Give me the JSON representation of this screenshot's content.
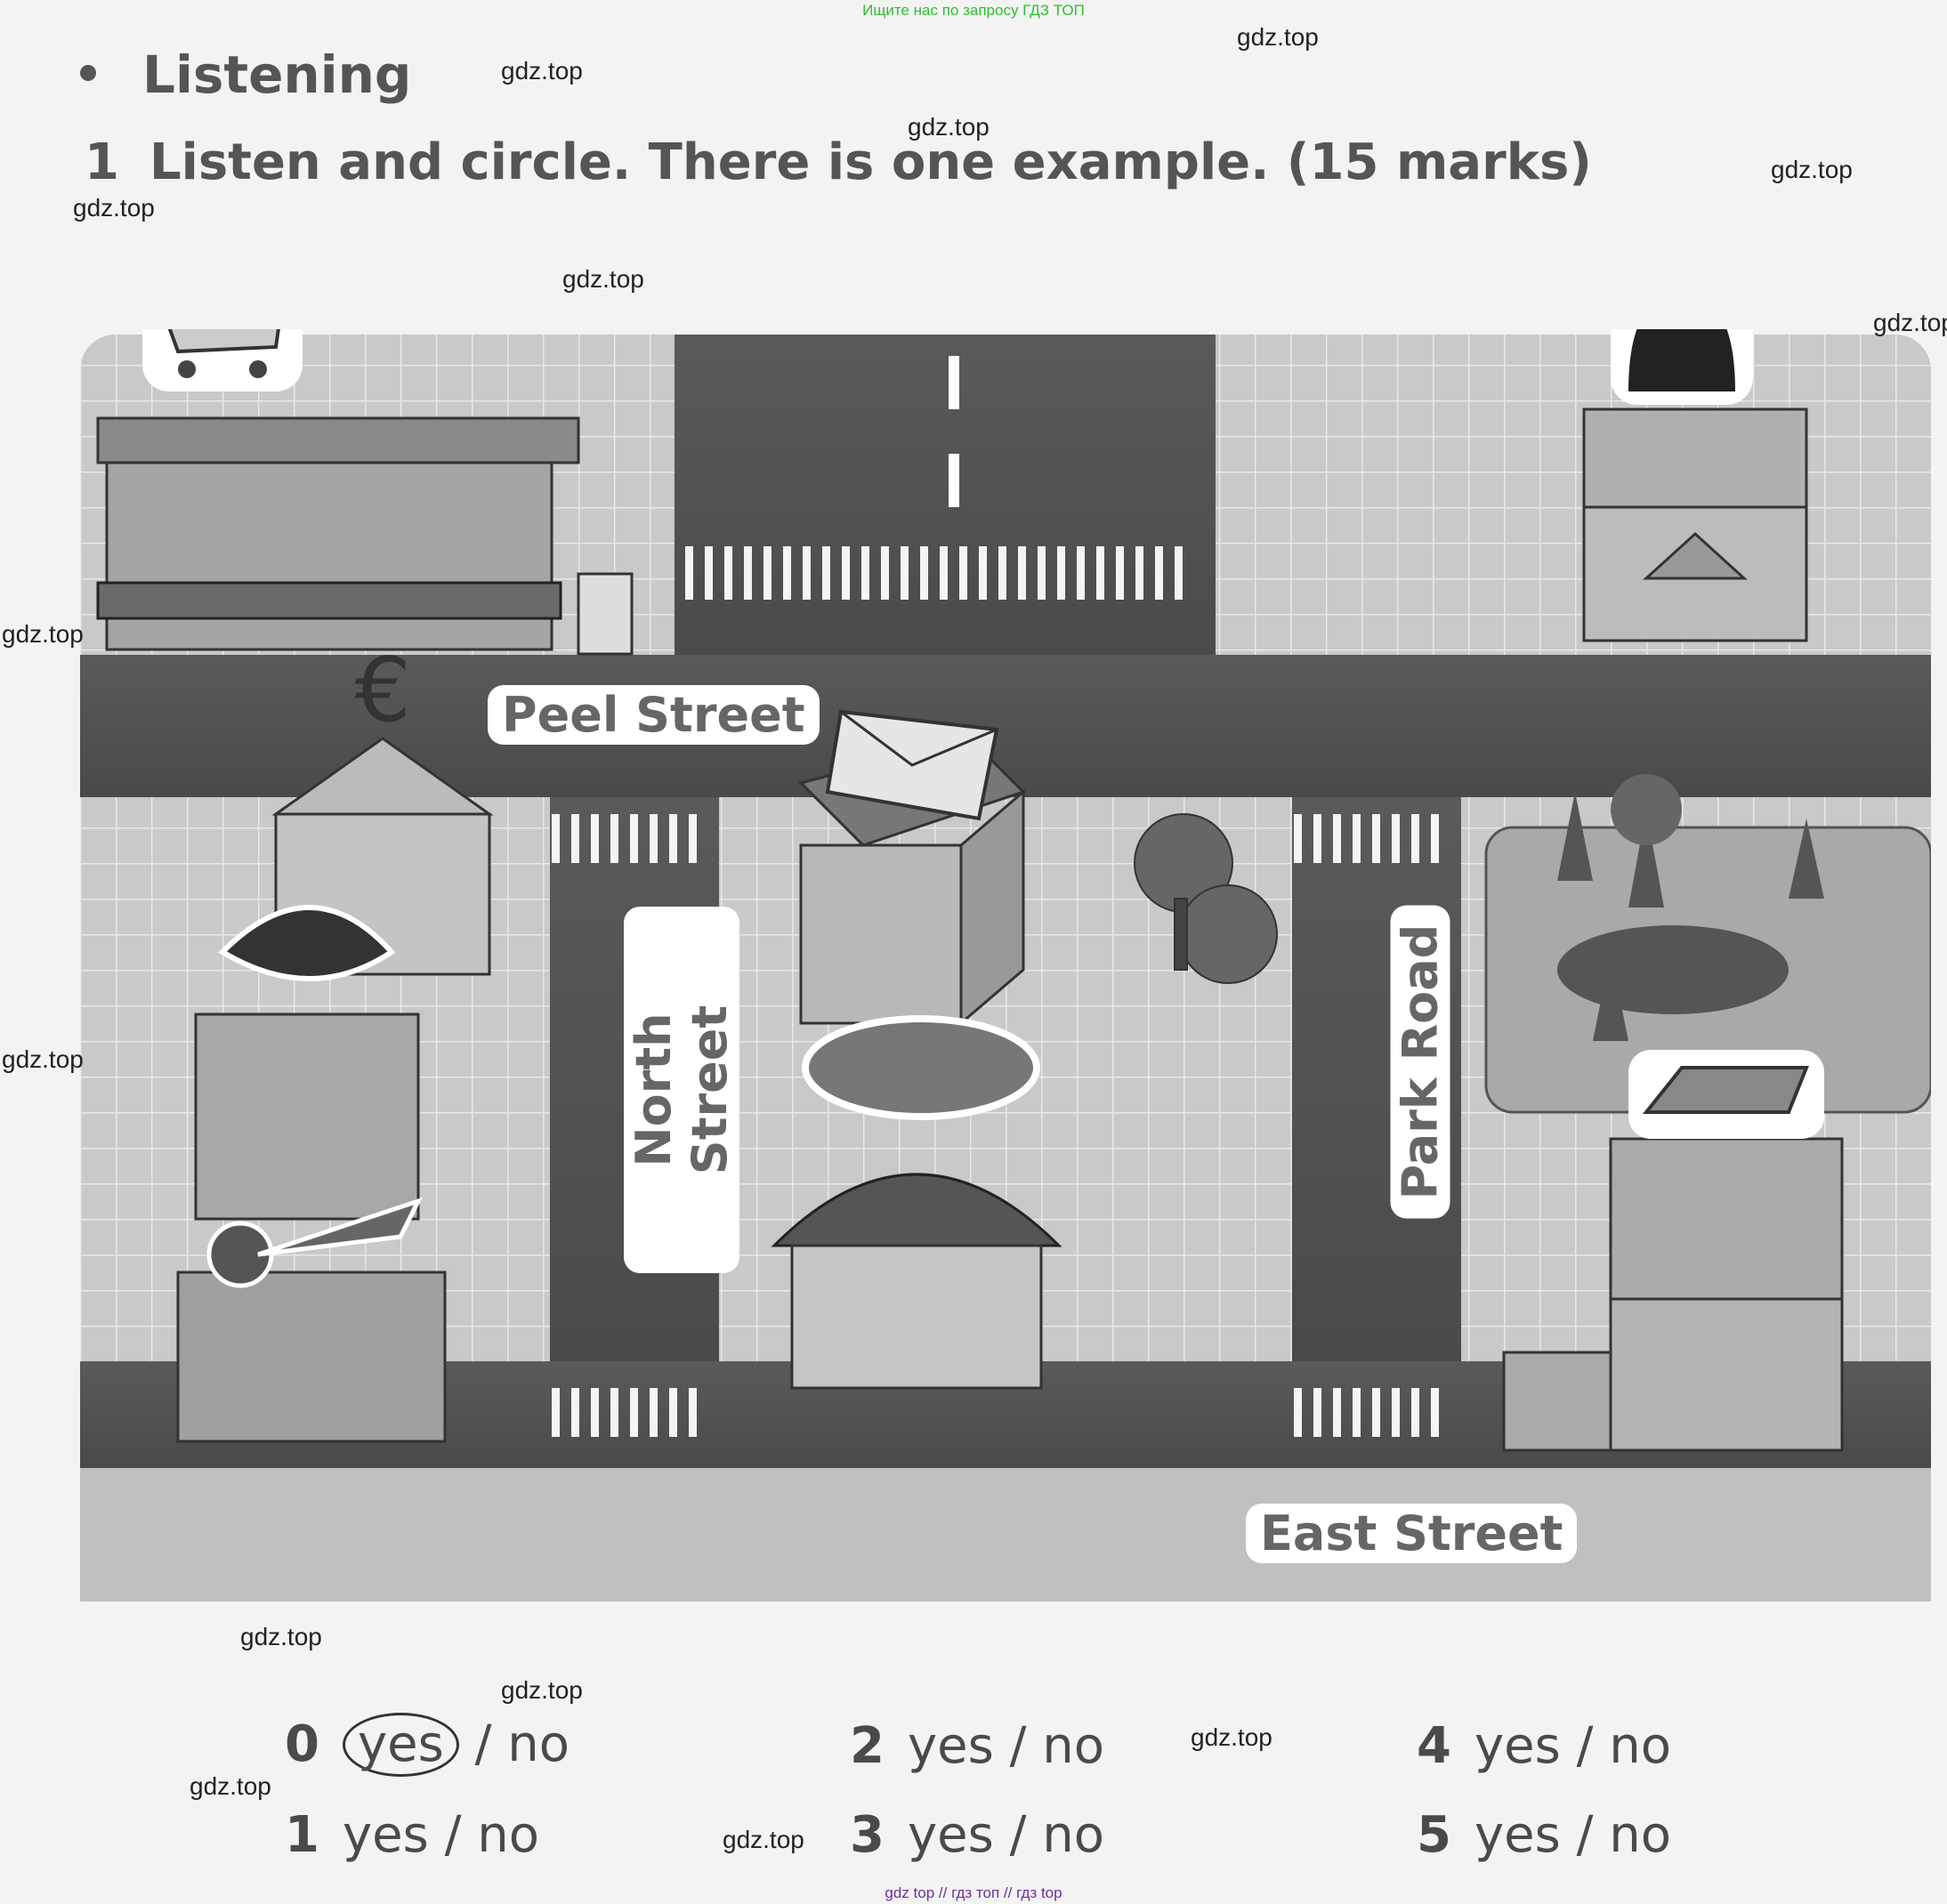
{
  "top_note": "Ищите нас по запросу ГДЗ ТОП",
  "section": "Listening",
  "exercise": {
    "number": "1",
    "text": "Listen and circle. There is one example. (15 marks)"
  },
  "map": {
    "streets": [
      "Peel Street",
      "North Street",
      "Park Road",
      "East Street"
    ],
    "buildings": [
      {
        "name": "supermarket",
        "icon": "shopping-cart-icon"
      },
      {
        "name": "police station",
        "icon": "police-helmet-icon"
      },
      {
        "name": "bank",
        "icon": "euro-icon"
      },
      {
        "name": "post office",
        "icon": "envelope-icon"
      },
      {
        "name": "fish shop",
        "icon": "fish-icon"
      },
      {
        "name": "greengrocer",
        "icon": "vegetables-icon"
      },
      {
        "name": "bakery",
        "icon": "bread-icon"
      },
      {
        "name": "park",
        "icon": "tree-icon"
      },
      {
        "name": "hotel",
        "icon": "bed-icon"
      }
    ]
  },
  "answers": [
    {
      "num": "0",
      "yes": "yes",
      "sep": "/",
      "no": "no",
      "circled": "yes"
    },
    {
      "num": "1",
      "yes": "yes",
      "sep": "/",
      "no": "no"
    },
    {
      "num": "2",
      "yes": "yes",
      "sep": "/",
      "no": "no"
    },
    {
      "num": "3",
      "yes": "yes",
      "sep": "/",
      "no": "no"
    },
    {
      "num": "4",
      "yes": "yes",
      "sep": "/",
      "no": "no"
    },
    {
      "num": "5",
      "yes": "yes",
      "sep": "/",
      "no": "no"
    }
  ],
  "watermark": "gdz.top",
  "footer": "gdz top  //  гдз топ  //  гдз top"
}
